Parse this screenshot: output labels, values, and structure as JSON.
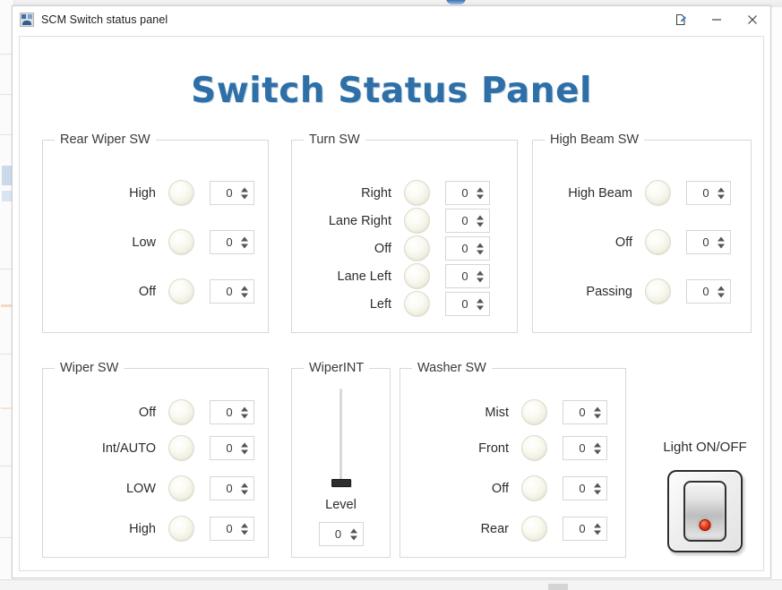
{
  "window": {
    "title": "SCM Switch status panel",
    "icon": "app-image-icon",
    "controls": {
      "restore_label": "⎘",
      "minimize_label": "–",
      "close_label": "✕"
    }
  },
  "page": {
    "title": "Switch Status Panel",
    "title_color": "#2f6fa8"
  },
  "groups": [
    {
      "id": "rear-wiper-sw",
      "title": "Rear Wiper SW",
      "rows": [
        {
          "label": "High",
          "led": "off",
          "value": "0"
        },
        {
          "label": "Low",
          "led": "off",
          "value": "0"
        },
        {
          "label": "Off",
          "led": "off",
          "value": "0"
        }
      ]
    },
    {
      "id": "turn-sw",
      "title": "Turn SW",
      "rows": [
        {
          "label": "Right",
          "led": "off",
          "value": "0"
        },
        {
          "label": "Lane Right",
          "led": "off",
          "value": "0"
        },
        {
          "label": "Off",
          "led": "off",
          "value": "0"
        },
        {
          "label": "Lane Left",
          "led": "off",
          "value": "0"
        },
        {
          "label": "Left",
          "led": "off",
          "value": "0"
        }
      ]
    },
    {
      "id": "high-beam-sw",
      "title": "High Beam SW",
      "rows": [
        {
          "label": "High Beam",
          "led": "off",
          "value": "0"
        },
        {
          "label": "Off",
          "led": "off",
          "value": "0"
        },
        {
          "label": "Passing",
          "led": "off",
          "value": "0"
        }
      ]
    },
    {
      "id": "wiper-sw",
      "title": "Wiper SW",
      "rows": [
        {
          "label": "Off",
          "led": "off",
          "value": "0"
        },
        {
          "label": "Int/AUTO",
          "led": "off",
          "value": "0"
        },
        {
          "label": "LOW",
          "led": "off",
          "value": "0"
        },
        {
          "label": "High",
          "led": "off",
          "value": "0"
        }
      ]
    },
    {
      "id": "wiper-int",
      "title": "WiperINT",
      "slider": {
        "label": "Level",
        "value": "0",
        "position": "bottom"
      }
    },
    {
      "id": "washer-sw",
      "title": "Washer SW",
      "rows": [
        {
          "label": "Mist",
          "led": "off",
          "value": "0"
        },
        {
          "label": "Front",
          "led": "off",
          "value": "0"
        },
        {
          "label": "Off",
          "led": "off",
          "value": "0"
        },
        {
          "label": "Rear",
          "led": "off",
          "value": "0"
        }
      ]
    }
  ],
  "light_switch": {
    "label": "Light ON/OFF",
    "state": "off",
    "led_color": "#e8391b"
  }
}
